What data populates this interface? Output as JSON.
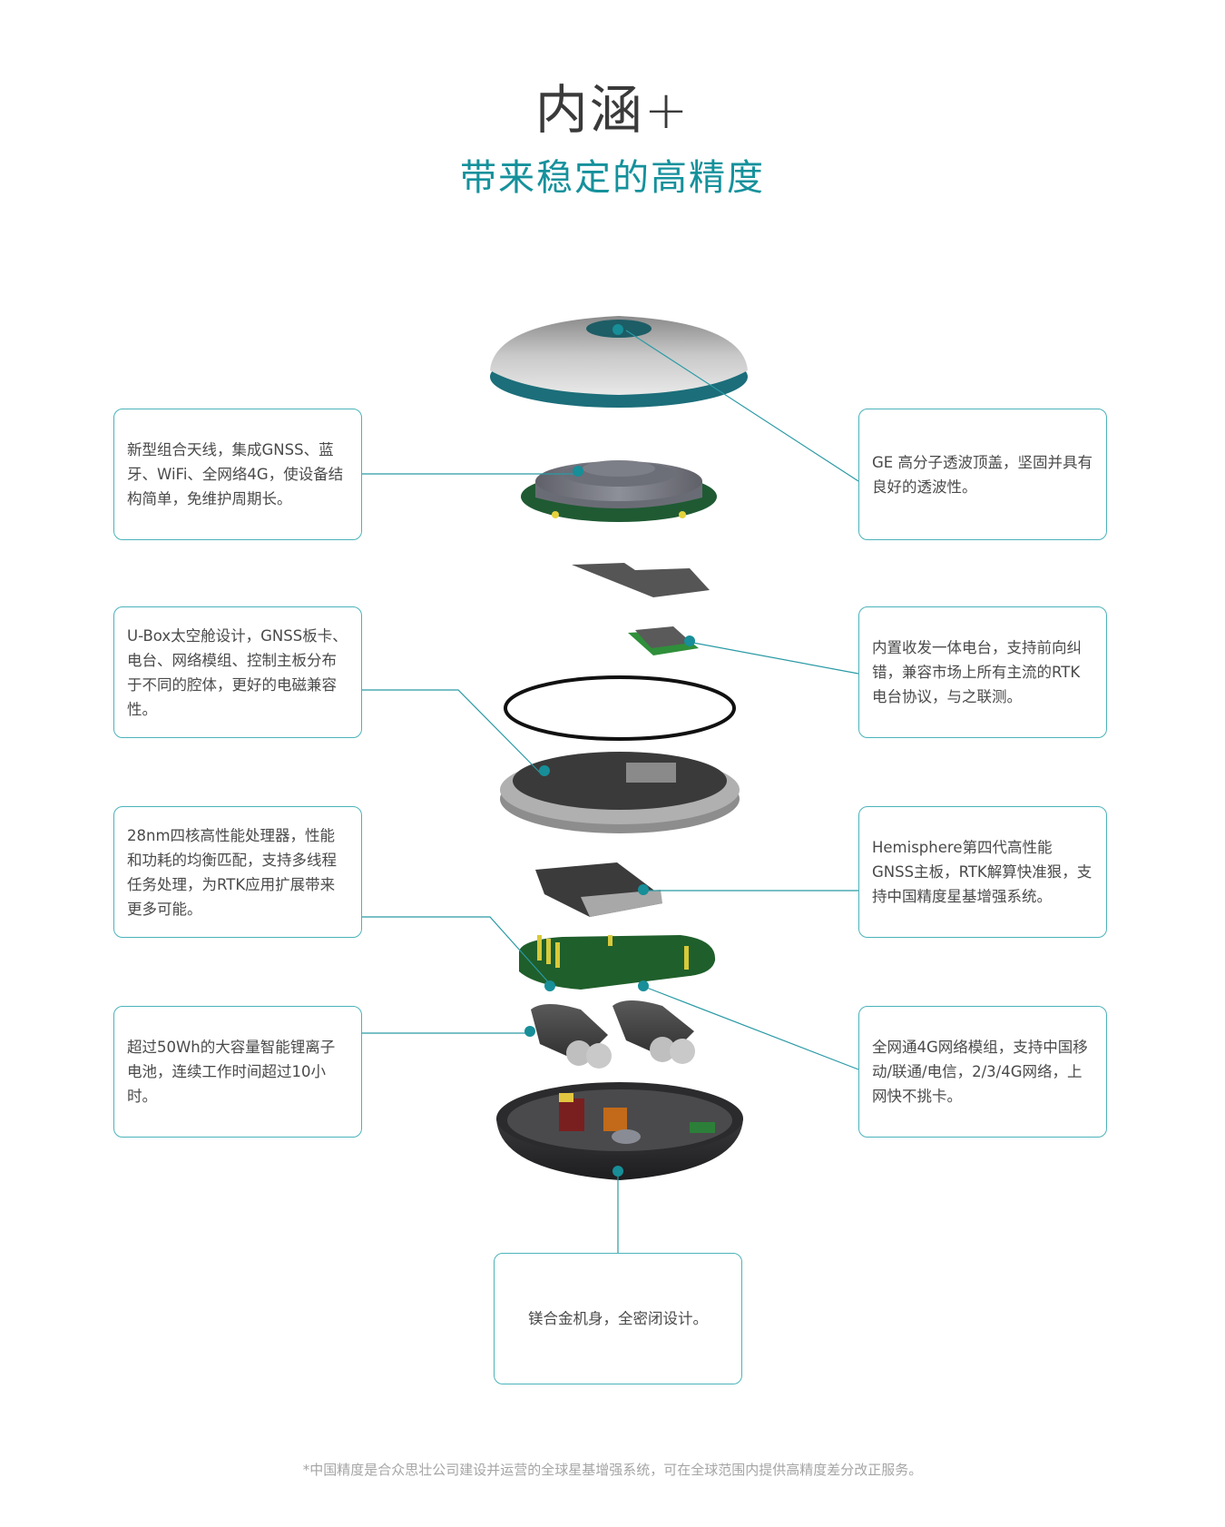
{
  "header": {
    "title": "内涵+",
    "subtitle": "带来稳定的高精度"
  },
  "colors": {
    "accent": "#15919c",
    "box_border": "#4bb3ba",
    "leader_line": "#2a9aa5",
    "text": "#4a4a4a",
    "footnote": "#a5a5a5"
  },
  "callouts": {
    "left": [
      {
        "component": "antenna",
        "text": "新型组合天线，集成GNSS、蓝牙、WiFi、全网络4G，使设备结构简单，免维护周期长。"
      },
      {
        "component": "u-box-chassis",
        "text": "U-Box太空舱设计，GNSS板卡、电台、网络模组、控制主板分布于不同的腔体，更好的电磁兼容性。"
      },
      {
        "component": "processor",
        "text": "28nm四核高性能处理器，性能和功耗的均衡匹配，支持多线程任务处理，为RTK应用扩展带来更多可能。"
      },
      {
        "component": "battery",
        "text": "超过50Wh的大容量智能锂离子电池，连续工作时间超过10小时。"
      }
    ],
    "right": [
      {
        "component": "top-cover",
        "text": "GE 高分子透波顶盖，坚固并具有良好的透波性。"
      },
      {
        "component": "radio",
        "text": "内置收发一体电台，支持前向纠错，兼容市场上所有主流的RTK电台协议，与之联测。"
      },
      {
        "component": "gnss-board",
        "text": "Hemisphere第四代高性能GNSS主板，RTK解算快准狠，支持中国精度星基增强系统。"
      },
      {
        "component": "4g-module",
        "text": "全网通4G网络模组，支持中国移动/联通/电信，2/3/4G网络，上网快不挑卡。"
      }
    ],
    "bottom": {
      "component": "housing",
      "text": "镁合金机身，全密闭设计。"
    }
  },
  "footnote": "*中国精度是合众思壮公司建设并运营的全球星基增强系统，可在全球范围内提供高精度差分改正服务。"
}
